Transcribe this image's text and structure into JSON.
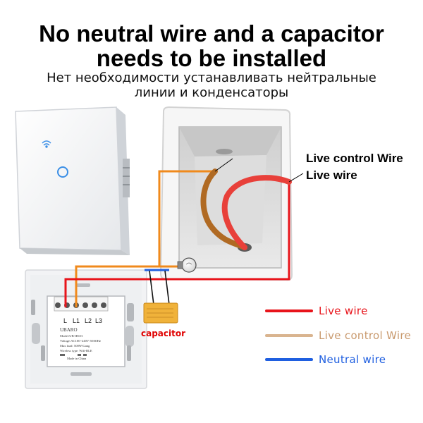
{
  "title": {
    "line1": "No neutral wire and a capacitor",
    "line2": "needs to be installed",
    "ru_line1": "Нет необходимости устанавливать нейтральные",
    "ru_line2": "линии и конденсаторы"
  },
  "callouts": {
    "live_control": "Live control Wire",
    "live": "Live wire"
  },
  "capacitor_label": "capacitor",
  "terminals": [
    "L",
    "L1",
    "L2",
    "L3"
  ],
  "module": {
    "brand": "UBARO",
    "model": "Model:UB-IB101",
    "voltage": "Voltage:AC100~240V 50/60Hz",
    "max_load": "Max load:  500W/Gang",
    "wireless": "Wireless type: Wifi-BLE",
    "made_in": "Made in China"
  },
  "legend": [
    {
      "label": "Live wire",
      "color": "#e8141b"
    },
    {
      "label": "Live control Wire",
      "color": "#d9b48f"
    },
    {
      "label": "Neutral wire",
      "color": "#1f5fe0"
    }
  ],
  "colors": {
    "live": "#e8141b",
    "control": "#f08a1c",
    "neutral": "#1f5fe0",
    "capacitor": "#f0b23a",
    "touch_ring": "#3a8ee6"
  }
}
